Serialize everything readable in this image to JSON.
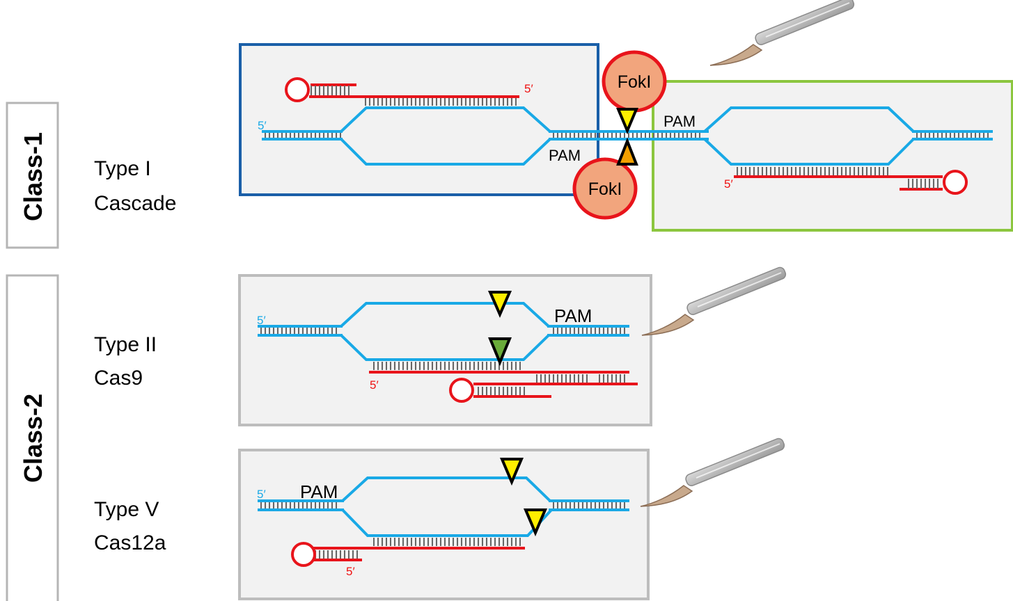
{
  "classes": {
    "class1": "Class-1",
    "class2": "Class-2"
  },
  "rows": {
    "type1": {
      "line1": "Type I",
      "line2": "Cascade"
    },
    "type2": {
      "line1": "Type II",
      "line2": "Cas9"
    },
    "type5": {
      "line1": "Type V",
      "line2": "Cas12a"
    }
  },
  "labels": {
    "pam": "PAM",
    "five_prime": "5′",
    "foki": "FokI"
  },
  "colors": {
    "dna": "#19a9e6",
    "rna": "#e8141b",
    "box_type1_left": "#1a5fa8",
    "box_type1_right": "#8cc63f",
    "box_class2": "#bdbdbd",
    "foki_fill": "#f2a57d",
    "cut_yellow": "#ffee00",
    "cut_green": "#6aab3a",
    "cut_orange": "#f3a000",
    "scalpel": "#b9b9b9"
  },
  "icons": [
    "scalpel-icon",
    "hairpin-icon",
    "cut-site-icon"
  ]
}
